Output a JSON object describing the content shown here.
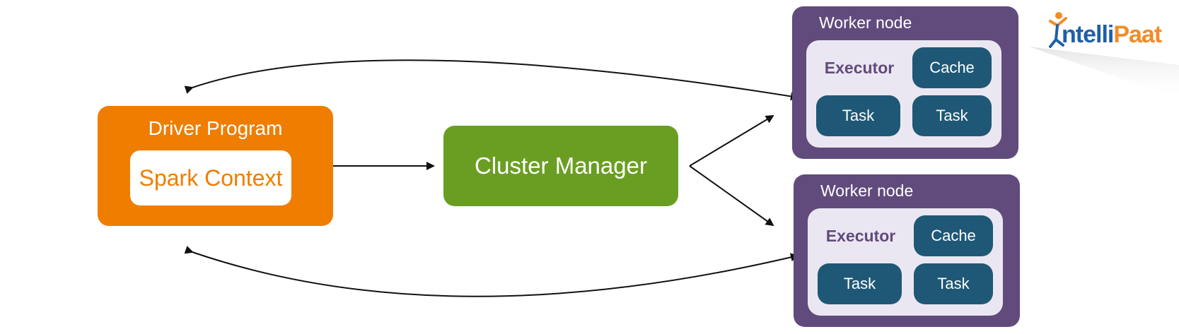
{
  "driver": {
    "title": "Driver Program",
    "context_label": "Spark Context"
  },
  "cluster_manager": {
    "label": "Cluster Manager"
  },
  "workers": [
    {
      "title": "Worker node",
      "executor": "Executor",
      "cache": "Cache",
      "tasks": [
        "Task",
        "Task"
      ]
    },
    {
      "title": "Worker node",
      "executor": "Executor",
      "cache": "Cache",
      "tasks": [
        "Task",
        "Task"
      ]
    }
  ],
  "logo": {
    "text_part1": "ntelli",
    "text_part2": "Paat",
    "brand_blue": "#1f5fa8",
    "brand_orange": "#f28c28"
  },
  "colors": {
    "driver": "#ef7d00",
    "cluster_manager": "#6a9e22",
    "worker": "#614a7c",
    "worker_inner": "#ebe7f2",
    "pill": "#1f5876"
  }
}
